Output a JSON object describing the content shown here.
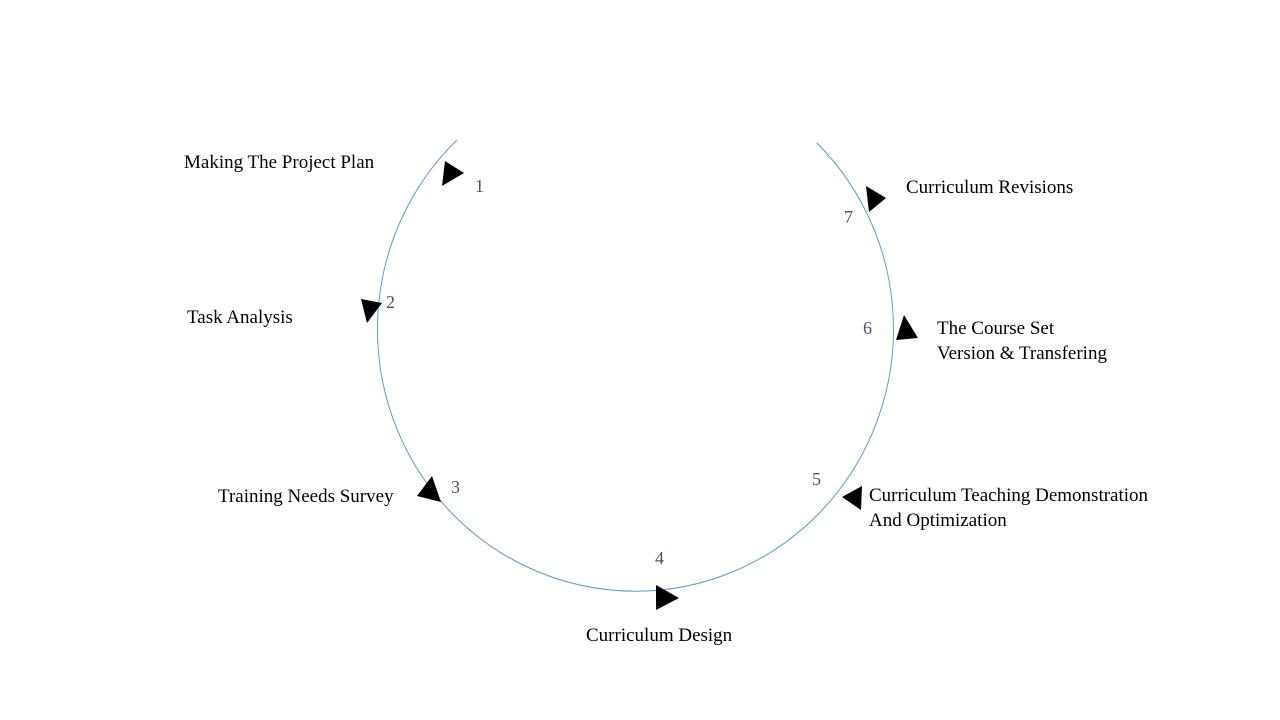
{
  "colors": {
    "circle": "#5b9bd5",
    "arrow": "#000000",
    "number": "#44546a"
  },
  "steps": [
    {
      "number": "1",
      "label": "Making The Project Plan"
    },
    {
      "number": "2",
      "label": "Task Analysis"
    },
    {
      "number": "3",
      "label": "Training Needs Survey"
    },
    {
      "number": "4",
      "label": "Curriculum Design"
    },
    {
      "number": "5",
      "label_line1": "Curriculum Teaching Demonstration",
      "label_line2": "And Optimization"
    },
    {
      "number": "6",
      "label_line1": "The Course Set",
      "label_line2": "Version & Transfering"
    },
    {
      "number": "7",
      "label": "Curriculum Revisions"
    }
  ]
}
